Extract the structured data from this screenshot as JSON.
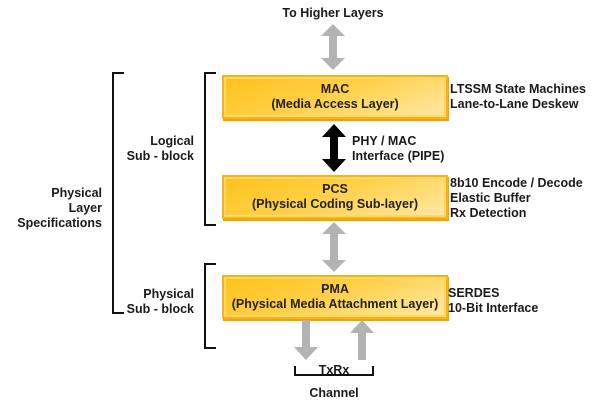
{
  "diagram": {
    "top_label": "To Higher Layers",
    "bottom_label": "Channel",
    "txrx_label": "TxRx",
    "interface_label": [
      "PHY / MAC",
      "Interface (PIPE)"
    ],
    "group_labels": {
      "physical_layer": [
        "Physical",
        "Layer",
        "Specifications"
      ],
      "logical_subblock": [
        "Logical",
        "Sub - block"
      ],
      "physical_subblock": [
        "Physical",
        "Sub - block"
      ]
    },
    "blocks": [
      {
        "name": "MAC",
        "subtitle": "(Media Access Layer)",
        "functions": [
          "LTSSM State Machines",
          "Lane-to-Lane Deskew"
        ]
      },
      {
        "name": "PCS",
        "subtitle": "(Physical Coding Sub-layer)",
        "functions": [
          "8b10 Encode / Decode",
          "Elastic Buffer",
          "Rx Detection"
        ]
      },
      {
        "name": "PMA",
        "subtitle": "(Physical Media Attachment Layer)",
        "functions": [
          "SERDES",
          "10-Bit Interface"
        ]
      }
    ],
    "colors": {
      "block_fill": "#ffc21a",
      "block_border": "#f6b21a",
      "arrow_gray": "#b3b3b3",
      "arrow_black": "#000000",
      "bracket": "#111111"
    }
  }
}
